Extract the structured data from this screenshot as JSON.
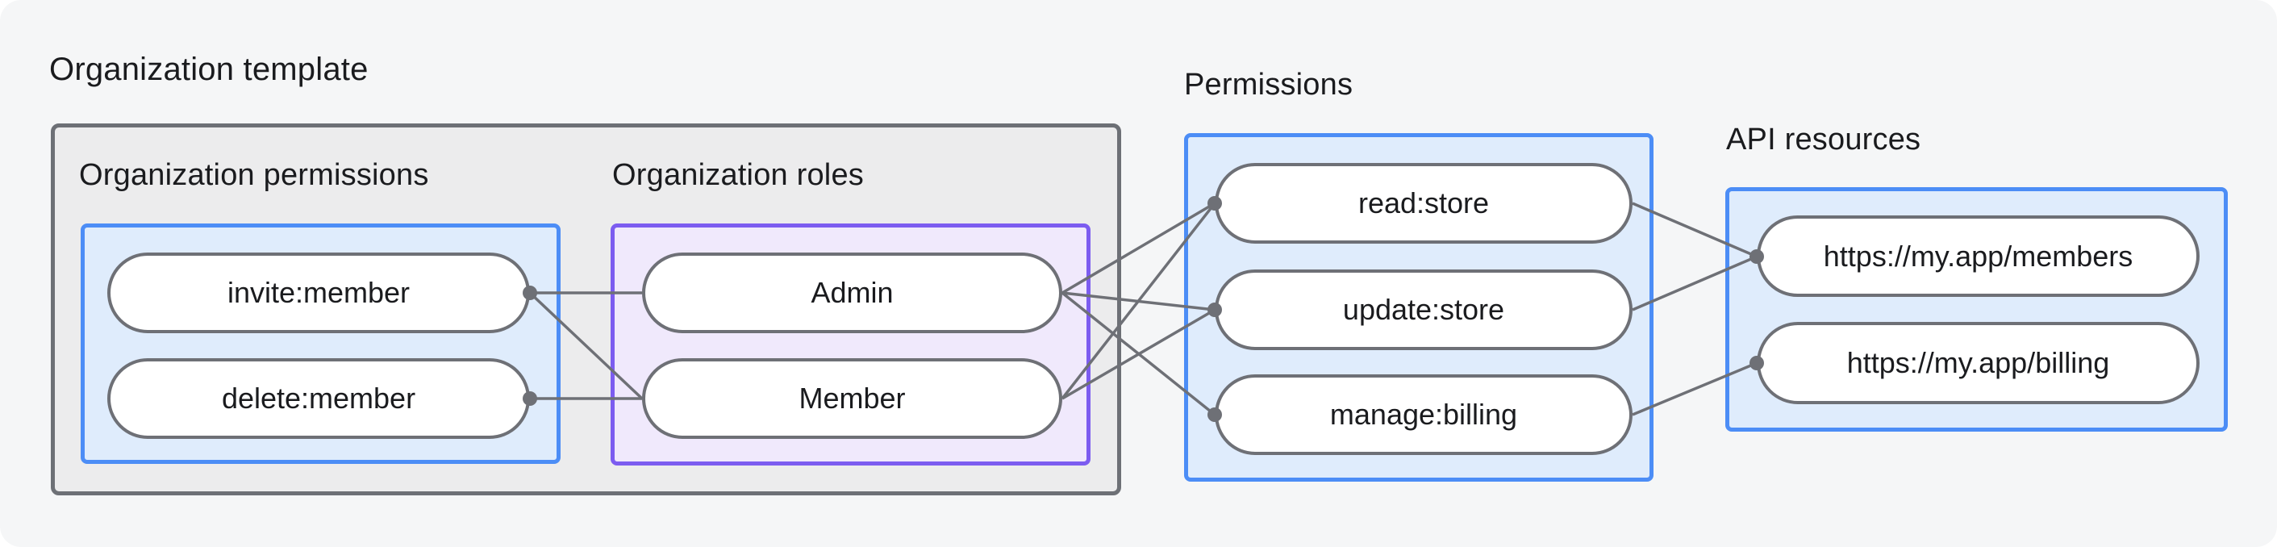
{
  "title": "Organization template",
  "sections": {
    "org_permissions": {
      "label": "Organization permissions",
      "items": [
        "invite:member",
        "delete:member"
      ]
    },
    "org_roles": {
      "label": "Organization roles",
      "items": [
        "Admin",
        "Member"
      ]
    },
    "permissions": {
      "label": "Permissions",
      "items": [
        "read:store",
        "update:store",
        "manage:billing"
      ]
    },
    "api_resources": {
      "label": "API resources",
      "items": [
        "https://my.app/members",
        "https://my.app/billing"
      ]
    }
  },
  "connections": [
    {
      "from": "invite:member",
      "to": "Admin"
    },
    {
      "from": "invite:member",
      "to": "Member"
    },
    {
      "from": "delete:member",
      "to": "Member"
    },
    {
      "from": "Admin",
      "to": "read:store"
    },
    {
      "from": "Admin",
      "to": "update:store"
    },
    {
      "from": "Admin",
      "to": "manage:billing"
    },
    {
      "from": "Member",
      "to": "read:store"
    },
    {
      "from": "Member",
      "to": "update:store"
    },
    {
      "from": "read:store",
      "to": "https://my.app/members"
    },
    {
      "from": "update:store",
      "to": "https://my.app/members"
    },
    {
      "from": "manage:billing",
      "to": "https://my.app/billing"
    }
  ],
  "colors": {
    "page_bg": "#f5f6f7",
    "outer_box_fill": "#ececed",
    "outer_box_border": "#6d7076",
    "blue_box_fill": "#dfecfc",
    "blue_box_border": "#4c8df6",
    "purple_box_fill": "#f0e9fc",
    "purple_box_border": "#7c5cf0",
    "pill_fill": "#ffffff",
    "pill_border": "#6e7076",
    "connector": "#6e7076",
    "text": "#1a1b1e"
  }
}
